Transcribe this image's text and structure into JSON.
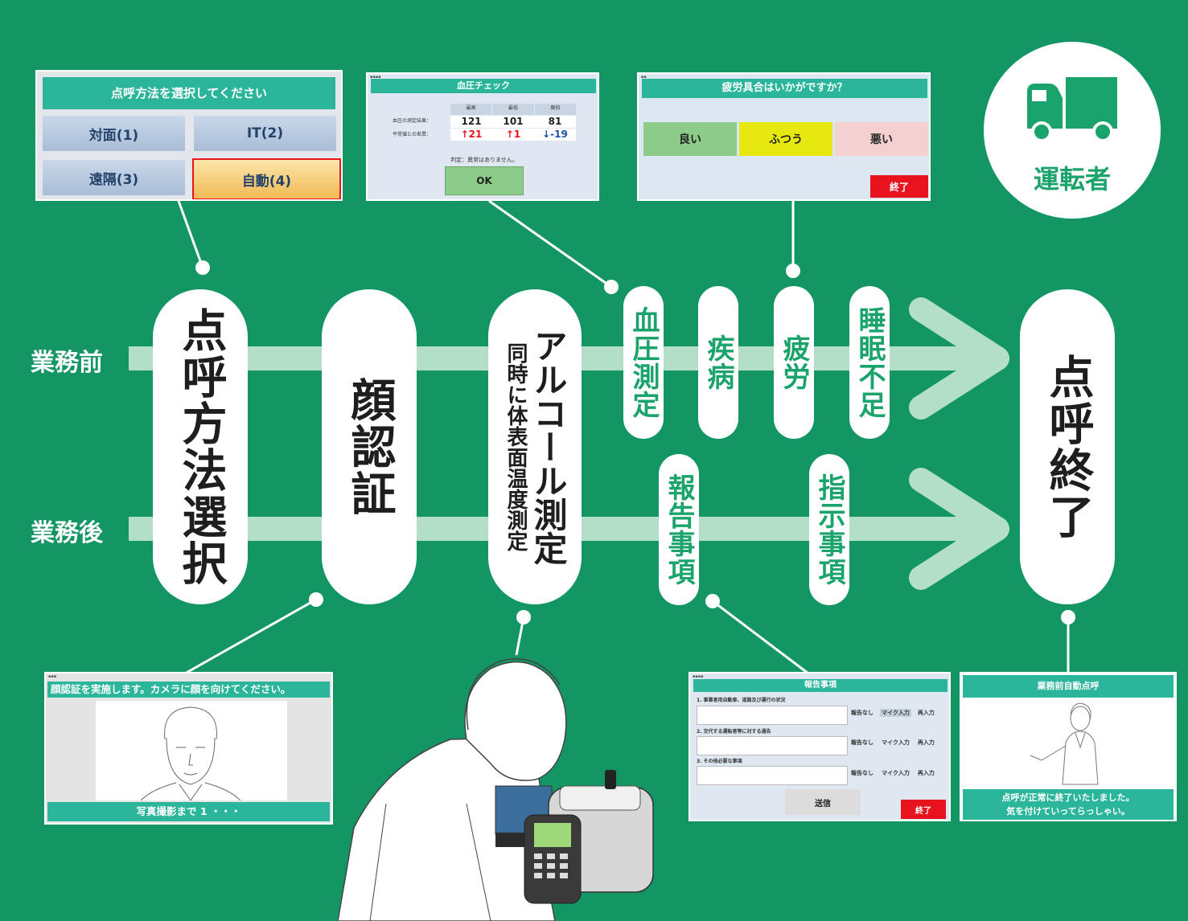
{
  "rows": {
    "before": "業務前",
    "after": "業務後"
  },
  "steps": {
    "method": "点呼方法選択",
    "face": "顔認証",
    "alcohol_main": "アルコール測定",
    "alcohol_sub": "同時に体表面温度測定",
    "bp": "血圧測定",
    "disease": "疾病",
    "fatigue": "疲労",
    "sleep": "睡眠不足",
    "report": "報告事項",
    "instruction": "指示事項",
    "end": "点呼終了"
  },
  "driver": {
    "label": "運転者",
    "icon": "truck-icon"
  },
  "method_screen": {
    "title": "点呼方法を選択してください",
    "options": [
      "対面(1)",
      "IT(2)",
      "遠隔(3)",
      "自動(4)"
    ]
  },
  "bp_screen": {
    "title": "血圧チェック",
    "headers": [
      "最高",
      "最低",
      "脈拍"
    ],
    "row1_label": "血圧の測定結果：",
    "row1": [
      "121",
      "101",
      "81"
    ],
    "row2_label": "平常値との差異：",
    "row2": [
      "↑21",
      "↑1",
      "↓-19"
    ],
    "verdict": "判定：異常はありません。",
    "ok": "OK"
  },
  "fatigue_screen": {
    "title": "疲労具合はいかがですか？",
    "options": [
      "良い",
      "ふつう",
      "悪い"
    ],
    "end": "終了"
  },
  "face_screen": {
    "title": "顔認証を実施します。カメラに顔を向けてください。",
    "footer": "写真撮影まで 1 ・・・"
  },
  "report_screen": {
    "title": "報告事項",
    "items": [
      "1. 事業者用自動車、道路及び運行の状況",
      "2. 交代する運転者等に対する通告",
      "3. その他必要な事項"
    ],
    "opts": [
      "報告なし",
      "マイク入力",
      "再入力"
    ],
    "send": "送信",
    "end": "終了"
  },
  "end_screen": {
    "title": "業務前自動点呼",
    "msg1": "点呼が正常に終了いたしました。",
    "msg2": "気を付けていってらっしゃい。"
  },
  "colors": {
    "background": "#139663",
    "accent": "#2bb59b",
    "green_text": "#1aa36b",
    "arrow": "#b3dfc7",
    "red": "#e8131e"
  }
}
